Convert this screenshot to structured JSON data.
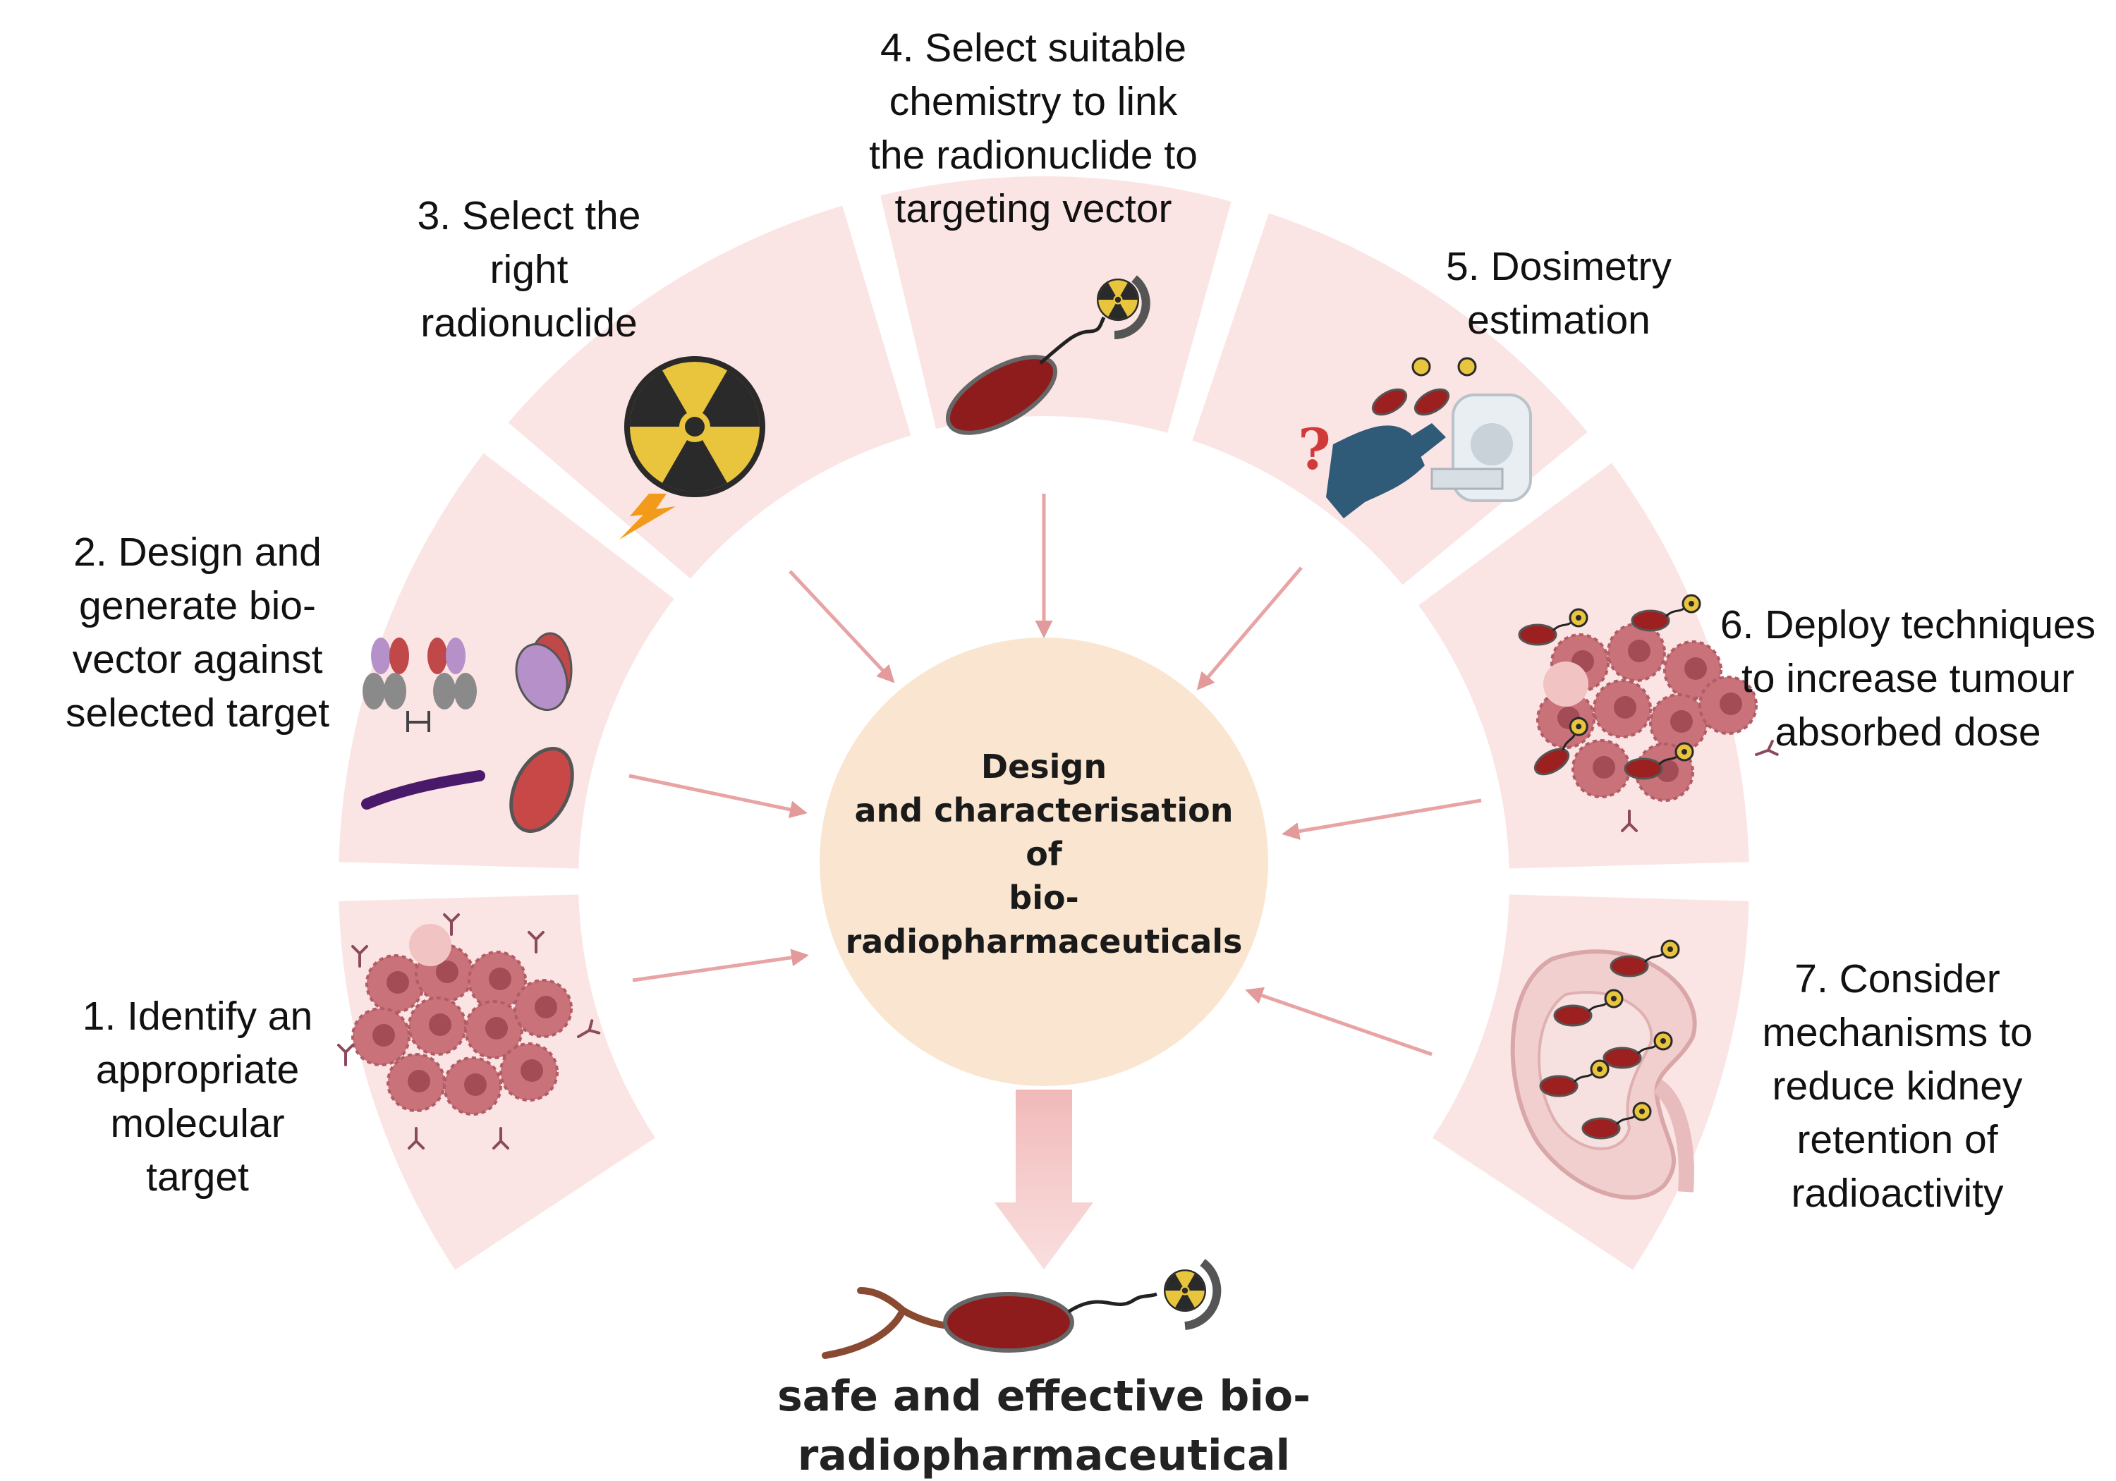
{
  "center": {
    "title": "Design\nand characterisation\nof\nbio-\nradiopharmaceuticals",
    "fill": "#fae6d0"
  },
  "steps": [
    {
      "id": "1",
      "label": "1.  Identify an\nappropriate\nmolecular\ntarget",
      "icon": "tumour-cells-icon"
    },
    {
      "id": "2",
      "label": "2. Design and\ngenerate  bio-\nvector against\nselected target",
      "icon": "antibody-fragments-icon"
    },
    {
      "id": "3",
      "label": "3. Select the\nright\nradionuclide",
      "icon": "radiation-symbol-icon"
    },
    {
      "id": "4",
      "label": "4. Select suitable\nchemistry to  link\nthe radionuclide to\ntargeting vector",
      "icon": "linker-chelator-icon"
    },
    {
      "id": "5",
      "label": "5. Dosimetry\nestimation",
      "icon": "dosimetry-scanner-icon"
    },
    {
      "id": "6",
      "label": "6. Deploy techniques\nto increase tumour\nabsorbed dose",
      "icon": "targeted-tumour-icon"
    },
    {
      "id": "7",
      "label": "7. Consider\nmechanisms to\nreduce kidney\nretention of\nradioactivity",
      "icon": "kidney-icon"
    }
  ],
  "result": {
    "label": "safe and effective bio-\nradiopharmaceutical",
    "icon": "radiopharmaceutical-icon"
  },
  "colors": {
    "sector_fill": "#fbe4e4",
    "arrow": "#e8a4a4",
    "big_arrow": "#f2b6b6",
    "radiation_yellow": "#e9c53d",
    "vector_red": "#8e1c1c",
    "tumour_pink": "#c9727a"
  }
}
